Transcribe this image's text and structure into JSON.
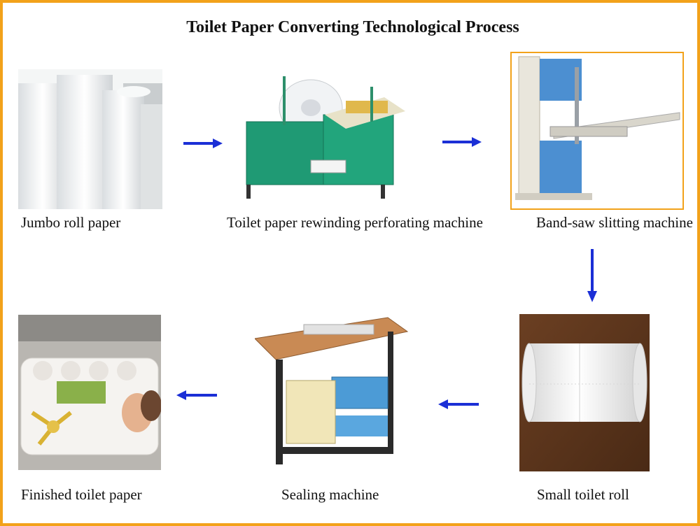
{
  "title": "Toilet Paper Converting Technological Process",
  "steps": [
    {
      "label": "Jumbo roll paper"
    },
    {
      "label": "Toilet paper rewinding perforating machine"
    },
    {
      "label": "Band-saw slitting machine"
    },
    {
      "label": "Small toilet roll"
    },
    {
      "label": "Sealing machine"
    },
    {
      "label": "Finished toilet paper"
    }
  ],
  "colors": {
    "border": "#f2a21a",
    "arrow": "#1b2fd6"
  }
}
